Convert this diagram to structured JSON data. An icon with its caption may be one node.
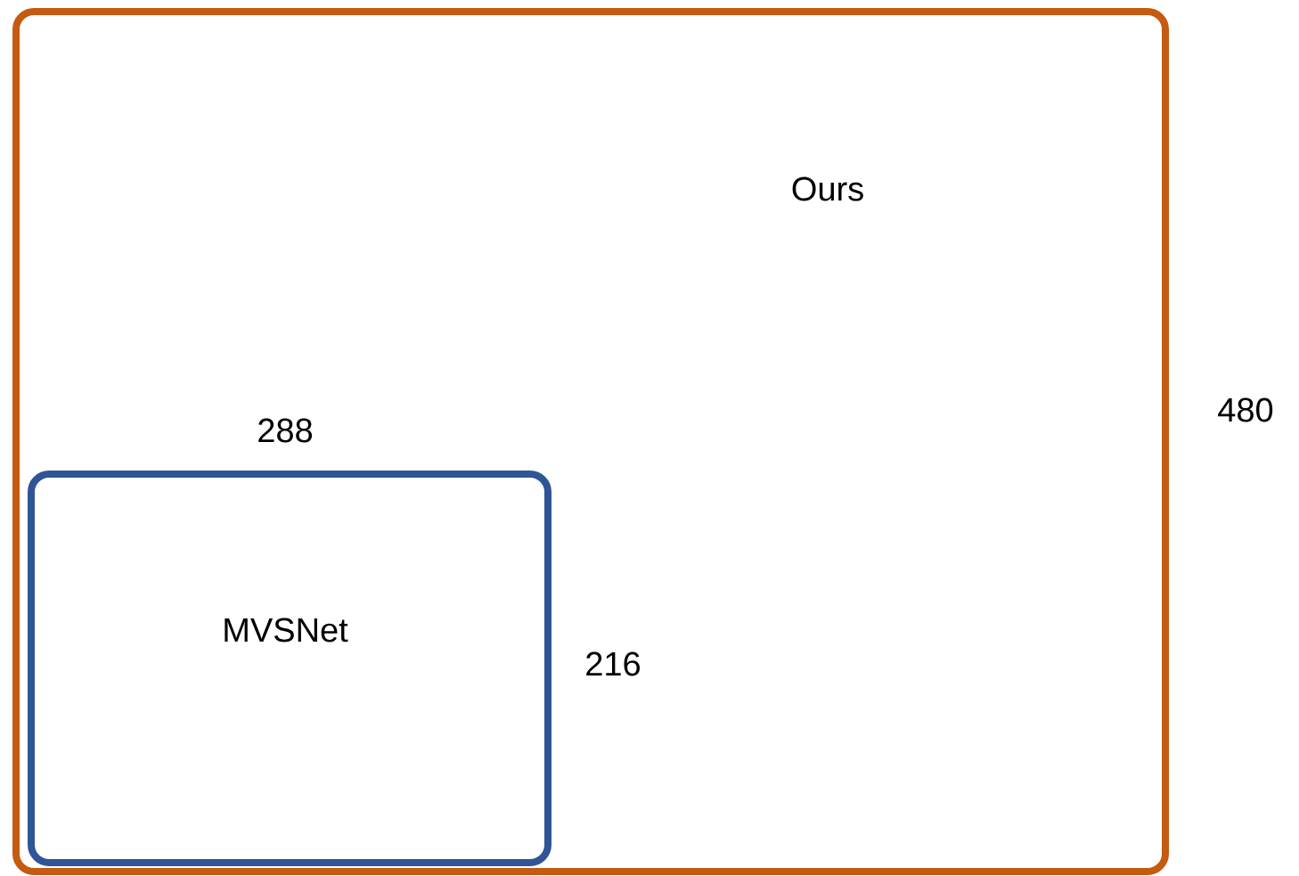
{
  "diagram": {
    "nodes": [
      {
        "text": [
          "Ours"
        ]
      },
      {
        "text": [
          "MVSNet"
        ],
        "in": 0
      }
    ],
    "labels": [
      "288",
      "216",
      "480"
    ]
  }
}
